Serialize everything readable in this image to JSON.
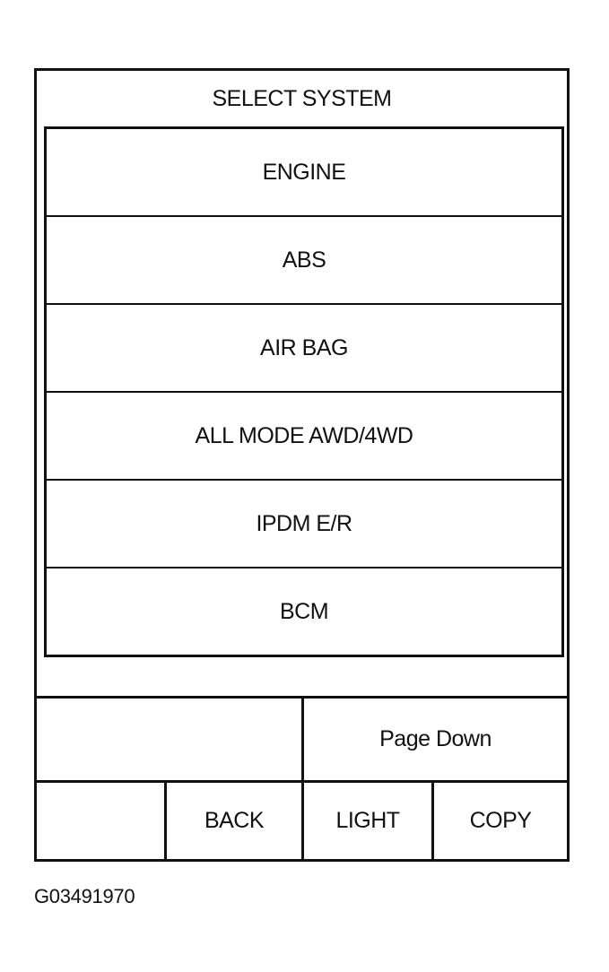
{
  "screen": {
    "title": "SELECT SYSTEM",
    "systems": [
      {
        "label": "ENGINE"
      },
      {
        "label": "ABS"
      },
      {
        "label": "AIR BAG"
      },
      {
        "label": "ALL MODE AWD/4WD"
      },
      {
        "label": "IPDM E/R"
      },
      {
        "label": "BCM"
      }
    ],
    "buttons": {
      "page_down": "Page Down",
      "back": "BACK",
      "light": "LIGHT",
      "copy": "COPY"
    }
  },
  "figure_id": "G03491970"
}
